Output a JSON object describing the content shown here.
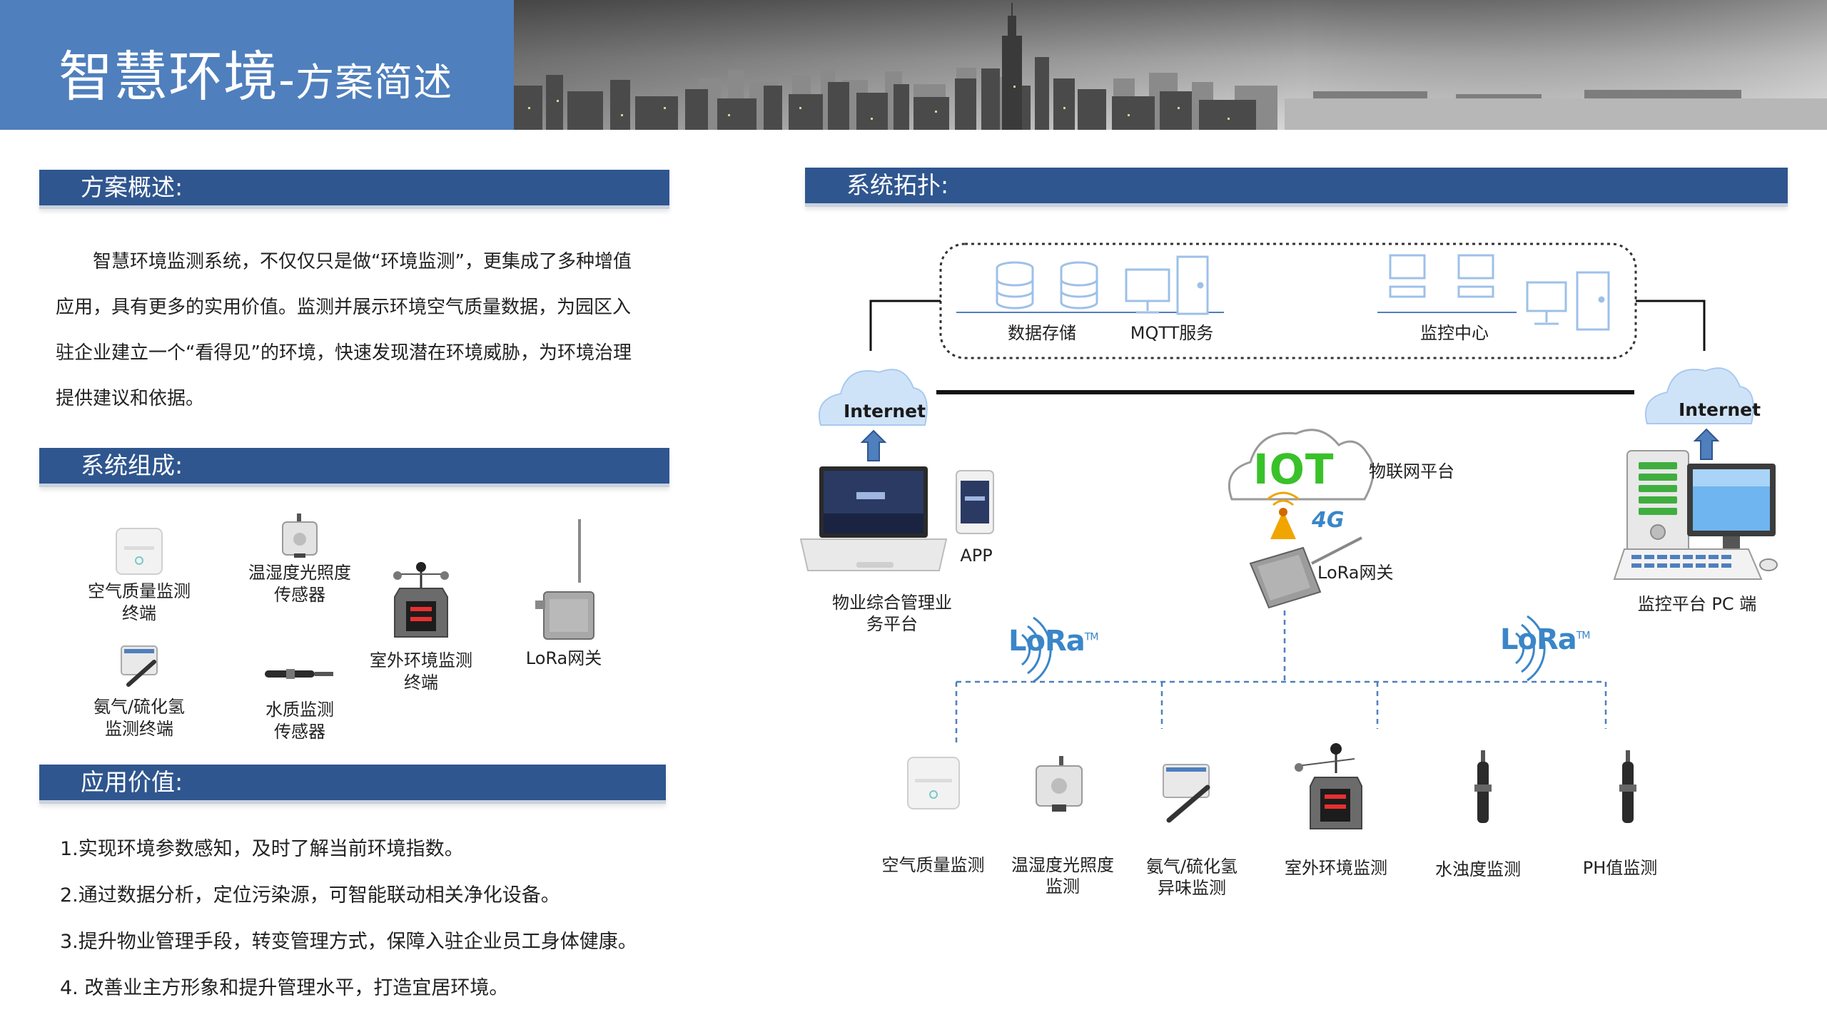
{
  "header": {
    "title_main": "智慧环境",
    "title_dash": "-",
    "title_sub": "方案简述"
  },
  "overview": {
    "heading": "方案概述:",
    "paragraph": "智慧环境监测系统，不仅仅只是做“环境监测”，更集成了多种增值应用，具有更多的实用价值。监测并展示环境空气质量数据，为园区入驻企业建立一个“看得见”的环境，快速发现潜在环境威胁，为环境治理提供建议和依据。"
  },
  "composition": {
    "heading": "系统组成:",
    "items": [
      {
        "label": "空气质量监测\n终端",
        "icon": "air-quality-terminal"
      },
      {
        "label": "温湿度光照度\n传感器",
        "icon": "temp-humidity-sensor"
      },
      {
        "label": "室外环境监测\n终端",
        "icon": "outdoor-monitor-station"
      },
      {
        "label": "LoRa网关",
        "icon": "lora-gateway"
      },
      {
        "label": "氨气/硫化氢\n监测终端",
        "icon": "ammonia-h2s-sensor"
      },
      {
        "label": "水质监测\n传感器",
        "icon": "water-quality-probe"
      }
    ]
  },
  "value": {
    "heading": "应用价值:",
    "items": [
      "1.实现环境参数感知，及时了解当前环境指数。",
      "2.通过数据分析，定位污染源，可智能联动相关净化设备。",
      "3.提升物业管理手段，转变管理方式，保障入驻企业员工身体健康。",
      "4. 改善业主方形象和提升管理水平，打造宜居环境。"
    ]
  },
  "topology": {
    "heading": "系统拓扑:",
    "server_labels": [
      "数据存储",
      "MQTT服务",
      "监控中心"
    ],
    "internet_left": "Internet",
    "internet_right": "Internet",
    "app_label": "APP",
    "mgmt_platform": "物业综合管理业\n务平台",
    "iot_text": "IOT",
    "iot_platform": "物联网平台",
    "network_4g": "4G",
    "gateway_label": "LoRa网关",
    "monitor_pc": "监控平台 PC 端",
    "lora_logo": "LoRa",
    "lora_tm": "TM",
    "sensors": [
      {
        "label": "空气质量监测",
        "icon": "air-quality-terminal"
      },
      {
        "label": "温湿度光照度\n监测",
        "icon": "temp-humidity-sensor"
      },
      {
        "label": "氨气/硫化氢\n异味监测",
        "icon": "ammonia-h2s-sensor"
      },
      {
        "label": "室外环境监测",
        "icon": "outdoor-monitor-station"
      },
      {
        "label": "水浊度监测",
        "icon": "turbidity-probe"
      },
      {
        "label": "PH值监测",
        "icon": "ph-probe"
      }
    ],
    "colors": {
      "section_bar": "#2f568f",
      "title_block": "#4f7fbd",
      "lora_blue": "#3a86c8",
      "iot_green": "#39c12a"
    }
  }
}
